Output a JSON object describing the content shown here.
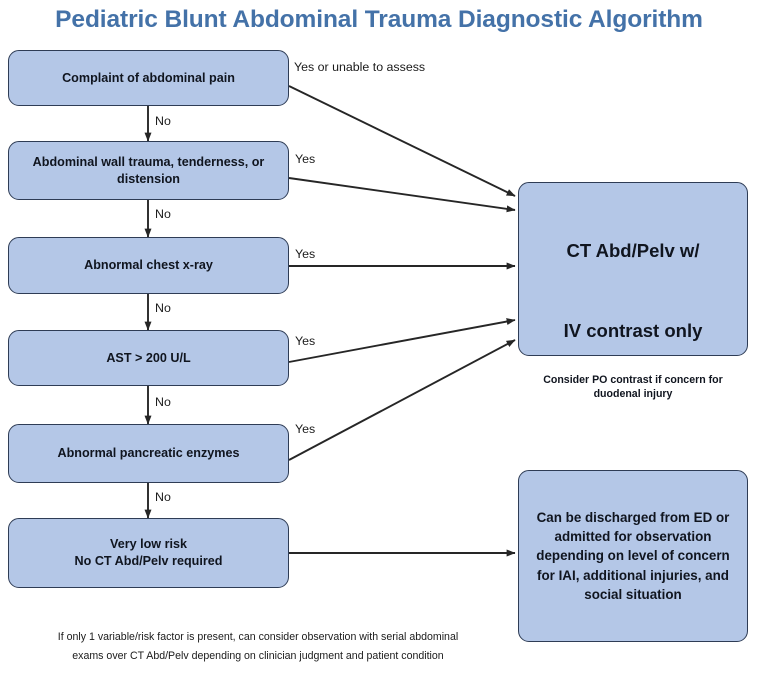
{
  "title": "Pediatric Blunt Abdominal Trauma Diagnostic Algorithm",
  "colors": {
    "title": "#4472a8",
    "node_fill": "#b4c7e7",
    "node_border": "#2e3c55",
    "arrow": "#262626",
    "page_background": "#ffffff"
  },
  "decision_nodes": [
    {
      "id": "complaint",
      "text": "Complaint of abdominal pain"
    },
    {
      "id": "wall_trauma",
      "line1": "Abdominal wall trauma, tenderness, or",
      "line2": "distension"
    },
    {
      "id": "chest_xray",
      "text": "Abnormal chest x-ray"
    },
    {
      "id": "ast",
      "text": "AST > 200 U/L"
    },
    {
      "id": "pancreatic",
      "text": "Abnormal pancreatic enzymes"
    },
    {
      "id": "very_low_risk",
      "line1": "Very low risk",
      "line2": "No CT Abd/Pelv required"
    }
  ],
  "outcome_nodes": {
    "ct_scan": {
      "line1": "CT Abd/Pelv w/",
      "line2": "IV contrast only",
      "sub_line1": "Consider PO contrast if concern for",
      "sub_line2": "duodenal injury"
    },
    "discharge": {
      "line1": "Can be discharged from ED or",
      "line2": "admitted for observation",
      "line3": "depending on level of concern",
      "line4": "for IAI, additional injuries, and",
      "line5": "social situation"
    }
  },
  "edge_labels": {
    "yes_or_unable": "Yes or unable to assess",
    "yes_wall_trauma": "Yes",
    "yes_chest_xray": "Yes",
    "yes_ast": "Yes",
    "yes_pancreatic": "Yes",
    "no_complaint": "No",
    "no_wall_trauma": "No",
    "no_chest_xray": "No",
    "no_ast": "No",
    "no_pancreatic": "No"
  },
  "footnote": {
    "line1": "If only 1 variable/risk factor is present, can consider observation with serial abdominal",
    "line2": "exams over CT Abd/Pelv depending on clinician judgment and patient condition"
  }
}
